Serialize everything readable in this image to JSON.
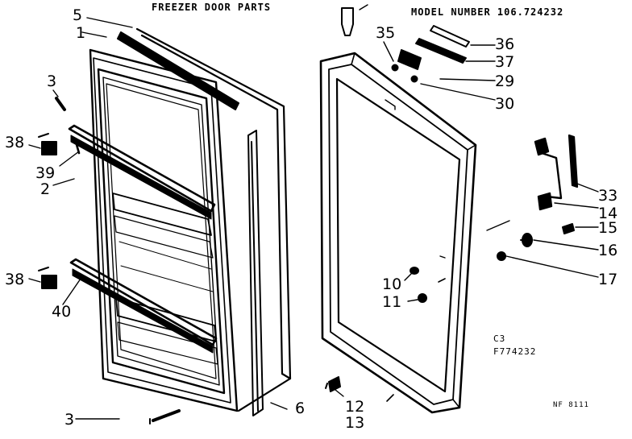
{
  "header": {
    "title": "FREEZER DOOR PARTS",
    "model": "MODEL NUMBER 106.724232"
  },
  "notes": {
    "code": "C3",
    "figure": "F774232",
    "ref": "NF 8111"
  },
  "callouts": {
    "c5": "5",
    "c1": "1",
    "c3a": "3",
    "c38a": "38",
    "c39": "39",
    "c2": "2",
    "c38b": "38",
    "c40": "40",
    "c3b": "3",
    "c6": "6",
    "c35": "35",
    "c36": "36",
    "c37": "37",
    "c29": "29",
    "c30": "30",
    "c33": "33",
    "c14": "14",
    "c15": "15",
    "c16": "16",
    "c17": "17",
    "c10": "10",
    "c11": "11",
    "c12": "12",
    "c13": "13"
  }
}
